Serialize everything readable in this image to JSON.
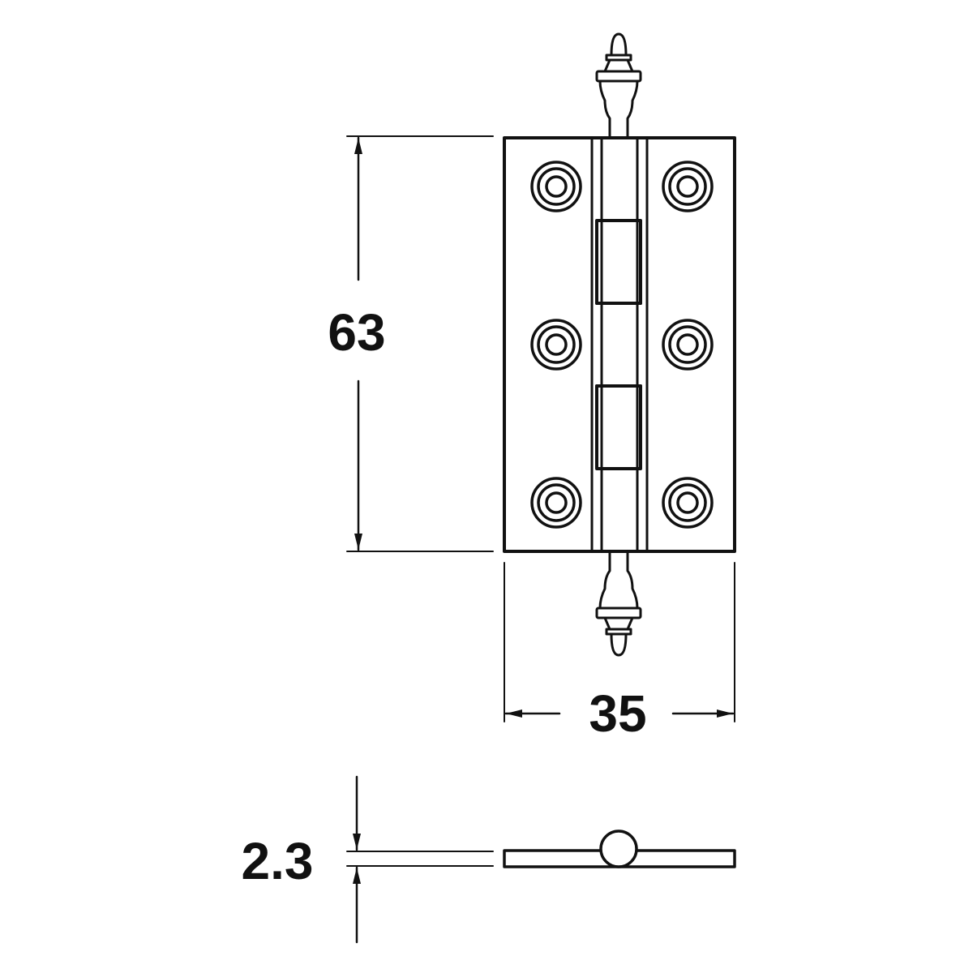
{
  "drawing": {
    "subject": "hinge-technical-drawing",
    "line_color": "#111111",
    "background_color": "#ffffff",
    "dimensions": {
      "height_label": "63",
      "width_label": "35",
      "thickness_label": "2.3"
    }
  }
}
